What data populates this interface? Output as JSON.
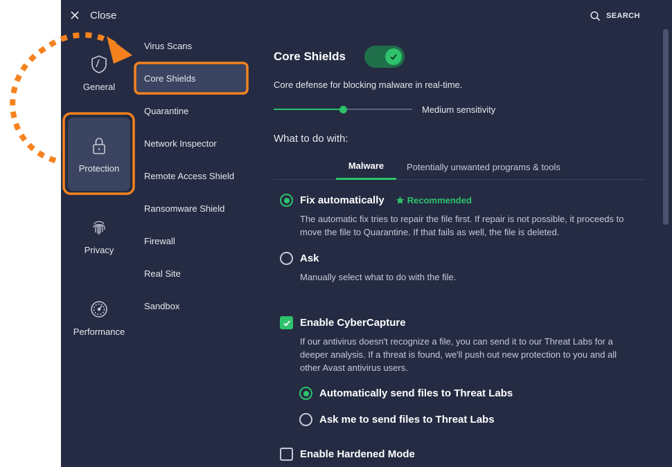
{
  "topbar": {
    "close_label": "Close",
    "search_label": "SEARCH"
  },
  "categories": [
    {
      "label": "General",
      "icon": "shield-icon",
      "active": false
    },
    {
      "label": "Protection",
      "icon": "lock-icon",
      "active": true
    },
    {
      "label": "Privacy",
      "icon": "fingerprint-icon",
      "active": false
    },
    {
      "label": "Performance",
      "icon": "gauge-icon",
      "active": false
    }
  ],
  "subnav": [
    {
      "label": "Virus Scans",
      "active": false
    },
    {
      "label": "Core Shields",
      "active": true
    },
    {
      "label": "Quarantine",
      "active": false
    },
    {
      "label": "Network Inspector",
      "active": false
    },
    {
      "label": "Remote Access Shield",
      "active": false
    },
    {
      "label": "Ransomware Shield",
      "active": false
    },
    {
      "label": "Firewall",
      "active": false
    },
    {
      "label": "Real Site",
      "active": false
    },
    {
      "label": "Sandbox",
      "active": false
    }
  ],
  "content": {
    "title": "Core Shields",
    "toggle_on": true,
    "description": "Core defense for blocking malware in real-time.",
    "sensitivity": {
      "level": 0.5,
      "label": "Medium sensitivity"
    },
    "what_label": "What to do with:",
    "tabs": [
      {
        "label": "Malware",
        "active": true
      },
      {
        "label": "Potentially unwanted programs & tools",
        "active": false
      }
    ],
    "options": {
      "fix": {
        "label": "Fix automatically",
        "recommended": "Recommended",
        "selected": true,
        "desc": "The automatic fix tries to repair the file first. If repair is not possible, it proceeds to move the file to Quarantine. If that fails as well, the file is deleted."
      },
      "ask": {
        "label": "Ask",
        "selected": false,
        "desc": "Manually select what to do with the file."
      },
      "cybercapture": {
        "label": "Enable CyberCapture",
        "checked": true,
        "desc": "If our antivirus doesn't recognize a file, you can send it to our Threat Labs for a deeper analysis. If a threat is found, we'll push out new protection to you and all other Avast antivirus users."
      },
      "auto_send": {
        "label": "Automatically send files to Threat Labs",
        "selected": true
      },
      "ask_send": {
        "label": "Ask me to send files to Threat Labs",
        "selected": false
      },
      "hardened": {
        "label": "Enable Hardened Mode",
        "checked": false
      }
    }
  },
  "colors": {
    "background": "#242b42",
    "active_item": "#3a4360",
    "accent_green": "#2dc26b",
    "highlight_orange": "#f5821f"
  }
}
